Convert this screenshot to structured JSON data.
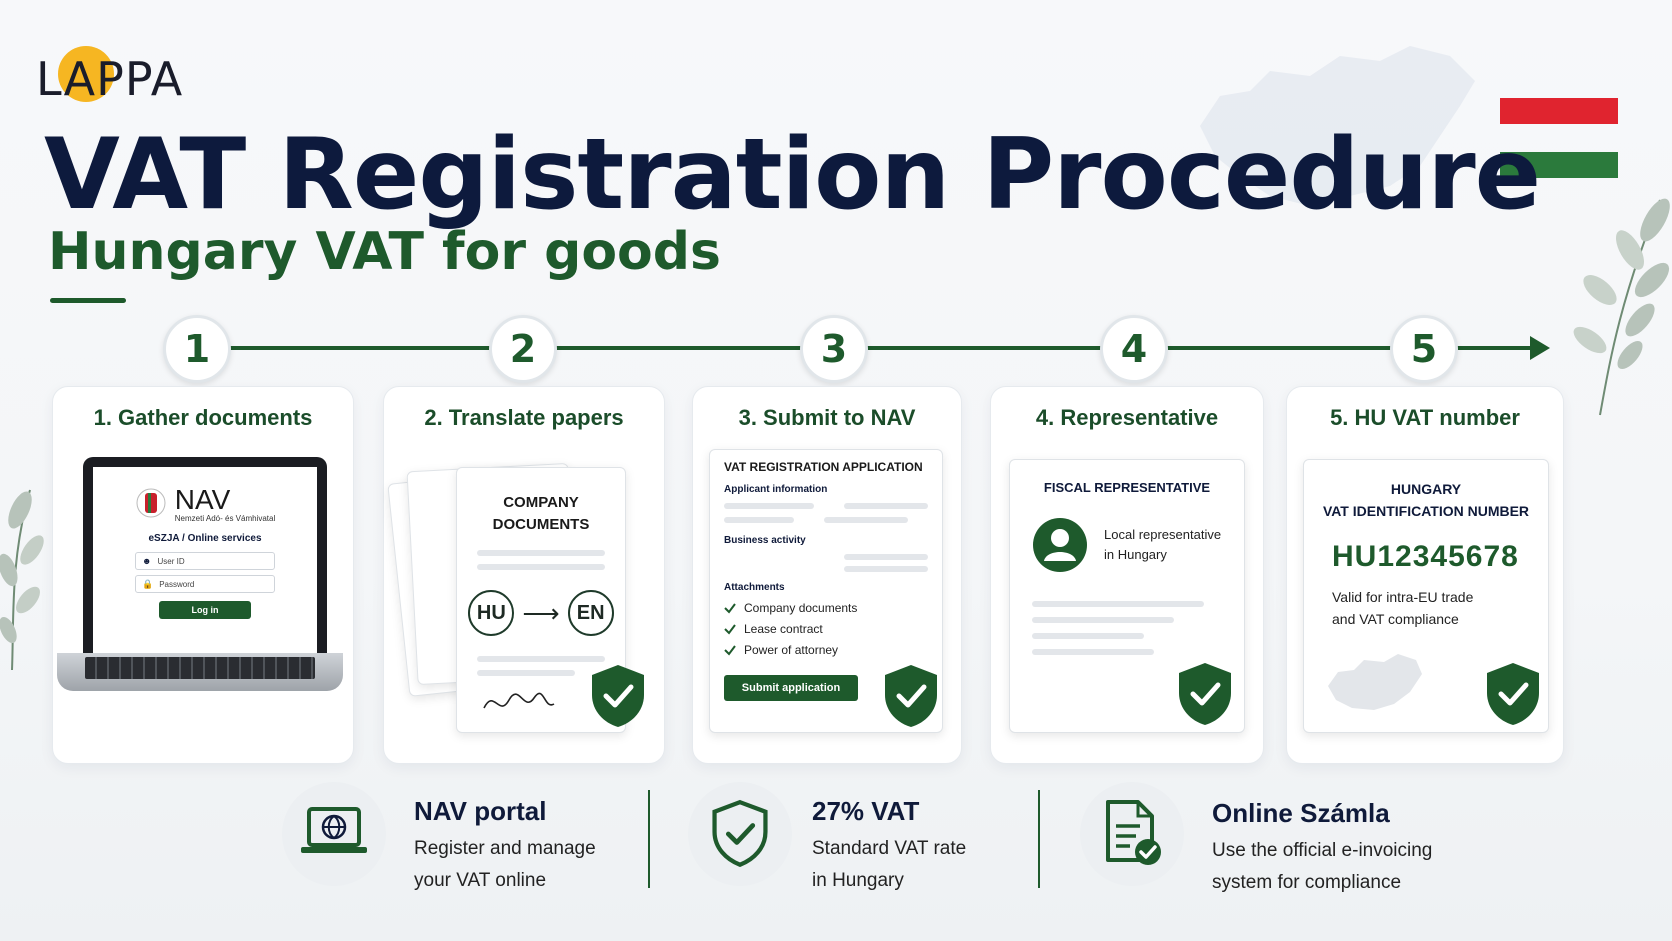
{
  "logo": {
    "text": "LAPPA"
  },
  "header": {
    "title": "VAT Registration Procedure",
    "subtitle": "Hungary VAT for goods"
  },
  "colors": {
    "brand_green": "#1e5a2c",
    "navy": "#0d1a3d",
    "accent_yellow": "#f6b622",
    "flag_red": "#e0242f",
    "flag_green": "#2b7a3c"
  },
  "steps": [
    {
      "number": "1",
      "title": "1. Gather documents"
    },
    {
      "number": "2",
      "title": "2. Translate papers"
    },
    {
      "number": "3",
      "title": "3. Submit to NAV"
    },
    {
      "number": "4",
      "title": "4. Representative"
    },
    {
      "number": "5",
      "title": "5. HU VAT number"
    }
  ],
  "card1": {
    "brand": "NAV",
    "brand_sub": "Nemzeti Adó- és Vámhivatal",
    "portal": "eSZJA / Online services",
    "user_placeholder": "User ID",
    "password_placeholder": "Password",
    "login_label": "Log in"
  },
  "card2": {
    "doc_title_1": "COMPANY",
    "doc_title_2": "DOCUMENTS",
    "from_lang": "HU",
    "to_lang": "EN"
  },
  "card3": {
    "form_title": "VAT REGISTRATION APPLICATION",
    "section_applicant": "Applicant information",
    "section_business": "Business activity",
    "section_attachments": "Attachments",
    "attachments": [
      "Company documents",
      "Lease contract",
      "Power of attorney"
    ],
    "submit_label": "Submit application"
  },
  "card4": {
    "heading": "FISCAL REPRESENTATIVE",
    "desc_1": "Local representative",
    "desc_2": "in Hungary"
  },
  "card5": {
    "heading_1": "HUNGARY",
    "heading_2": "VAT IDENTIFICATION NUMBER",
    "vat_number": "HU12345678",
    "desc_1": "Valid for intra-EU trade",
    "desc_2": "and VAT compliance"
  },
  "bottom": [
    {
      "icon": "laptop-globe-icon",
      "title": "NAV portal",
      "line1": "Register and manage",
      "line2": "your VAT online"
    },
    {
      "icon": "shield-check-icon",
      "title": "27% VAT",
      "line1": "Standard VAT rate",
      "line2": "in Hungary"
    },
    {
      "icon": "invoice-check-icon",
      "title": "Online Számla",
      "line1": "Use the official e-invoicing",
      "line2": "system for compliance"
    }
  ]
}
